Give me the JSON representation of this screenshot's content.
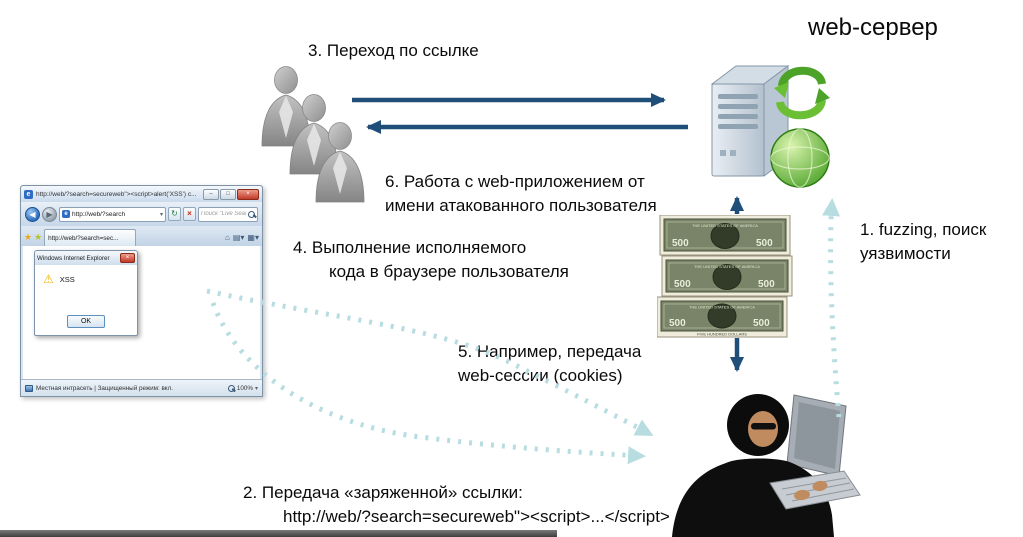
{
  "diagram": {
    "server_title": "web-сервер",
    "step1": [
      "1. fuzzing, поиск",
      "уязвимости"
    ],
    "step2": [
      "2.  Передача «заряженной» ссылки:",
      "http://web/?search=secureweb\"><script>...</script>"
    ],
    "step3": "3. Переход по ссылке",
    "step4": [
      "4. Выполнение исполняемого",
      "кода в браузере пользователя"
    ],
    "step5": [
      "5. Например, передача",
      "web-сессии (cookies)"
    ],
    "step6": [
      "6. Работа с web-приложением от",
      "имени атакованного пользователя"
    ]
  },
  "browser": {
    "window_title": "http://web/?search=secureweb\"><script>alert('XSS') c...",
    "controls": {
      "minimize": "–",
      "maximize": "□",
      "close": "×"
    },
    "address": "http://web/?search",
    "search_placeholder": "Поиск \"Live Search\"",
    "tab_title": "http://web/?search=sec...",
    "dialog_title": "Windows Internet Explorer",
    "dialog_message": "XSS",
    "ok_label": "OK",
    "status_text": "Местная интрасеть | Защищенный режим: вкл.",
    "zoom_level": "100%"
  },
  "money": {
    "denomination": "500",
    "top_text": "THE UNITED STATES OF AMERICA",
    "bottom_text": "FIVE HUNDRED DOLLARS"
  },
  "colors": {
    "solid_arrow": "#1f4e79",
    "dashed_arrow": "#b7dde1"
  }
}
